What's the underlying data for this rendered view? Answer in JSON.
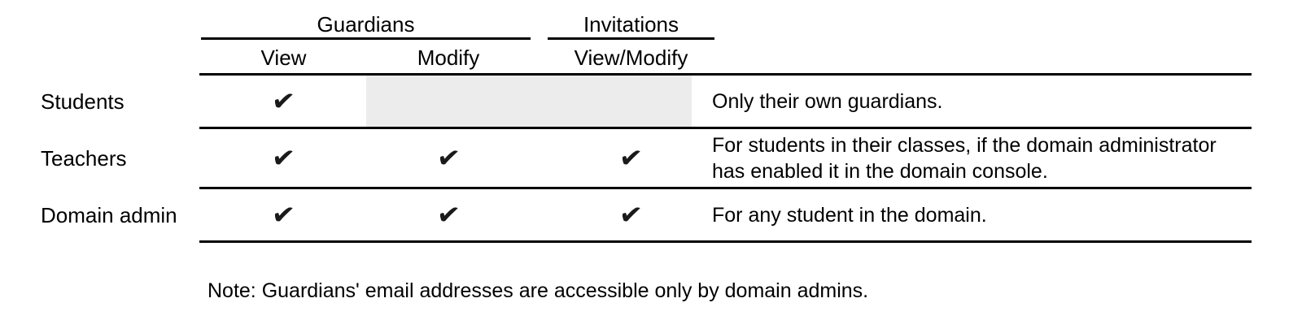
{
  "table": {
    "column_groups": [
      {
        "label": "Guardians"
      },
      {
        "label": "Invitations"
      }
    ],
    "columns": [
      {
        "label": "View"
      },
      {
        "label": "Modify"
      },
      {
        "label": "View/Modify"
      }
    ],
    "rows": [
      {
        "label": "Students",
        "cells": [
          "✔",
          "",
          ""
        ],
        "note": "Only their own guardians."
      },
      {
        "label": "Teachers",
        "cells": [
          "✔",
          "✔",
          "✔"
        ],
        "note": "For students in their classes, if the domain administrator has enabled it in the domain console."
      },
      {
        "label": "Domain admin",
        "cells": [
          "✔",
          "✔",
          "✔"
        ],
        "note": "For any student in the domain."
      }
    ]
  },
  "footnote": "Note: Guardians' email addresses are accessible only by domain admins.",
  "icons": {
    "check": "check-mark"
  },
  "colors": {
    "background": "#ffffff",
    "text": "#000000",
    "rule": "#000000",
    "disabled_cell_bg": "#ececec",
    "check": "#1a1a1a"
  }
}
